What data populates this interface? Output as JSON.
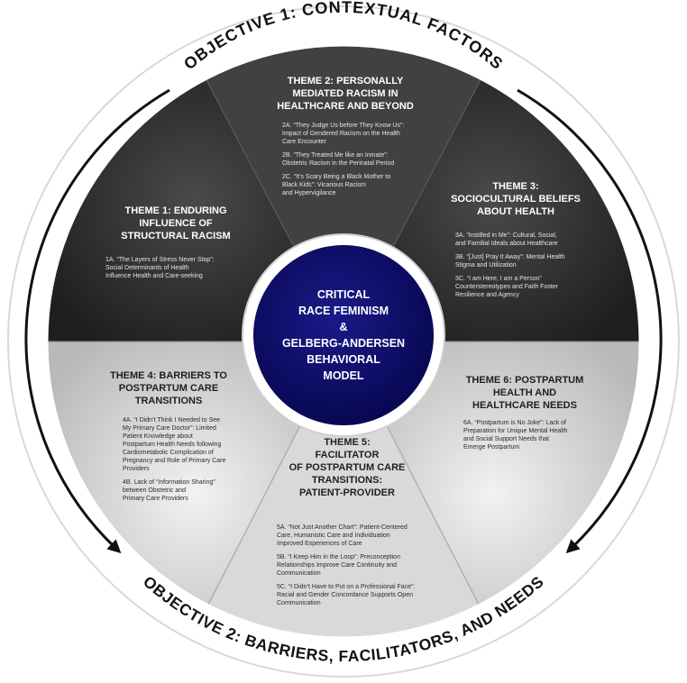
{
  "objective_1": "OBJECTIVE 1: CONTEXTUAL FACTORS",
  "objective_2": "OBJECTIVE 2: BARRIERS, FACILITATORS, AND NEEDS",
  "center": {
    "lines": [
      "CRITICAL",
      "RACE FEMINISM",
      "&",
      "GELBERG-ANDERSEN",
      "BEHAVIORAL",
      "MODEL"
    ]
  },
  "themes": {
    "t1": {
      "title": [
        "THEME 1: ENDURING",
        "INFLUENCE OF",
        "STRUCTURAL RACISM"
      ],
      "subs": [
        [
          "1A. “The Layers of Stress Never Stop”:",
          "Social Determinants of Health",
          "Influence Health and Care-seeking"
        ]
      ]
    },
    "t2": {
      "title": [
        "THEME 2: PERSONALLY",
        "MEDIATED RACISM IN",
        "HEALTHCARE AND BEYOND"
      ],
      "subs": [
        [
          "2A. “They  Judge Us before They Know Us”:",
          "Impact of Gendered Racism on the Health",
          "Care Encounter"
        ],
        [
          "2B. “They Treated Me like an Inmate”:",
          "Obstetric Racism in the Perinatal Period"
        ],
        [
          "2C. “It’s Scary Being a Black Mother to",
          "Black Kids”: Vicarious Racism",
          "and Hypervigilance"
        ]
      ]
    },
    "t3": {
      "title": [
        "THEME 3:",
        "SOCIOCULTURAL BELIEFS",
        "ABOUT HEALTH"
      ],
      "subs": [
        [
          "3A. “Instilled in Me”: Cultural, Social,",
          "and Familial Ideals about Healthcare"
        ],
        [
          "3B. “[Just] Pray It Away”: Mental Health",
          "Stigma and Utilization"
        ],
        [
          "3C. “I am Here, I am a Person”",
          "Counterstereotypes and Faith Foster",
          "Resilience and Agency"
        ]
      ]
    },
    "t4": {
      "title": [
        "THEME 4: BARRIERS TO",
        "POSTPARTUM CARE",
        "TRANSITIONS"
      ],
      "subs": [
        [
          "4A. “I Didn’t Think I Needed to See",
          "My Primary Care Doctor”: Limited",
          "Patient Knowledge about",
          "Postpartum Health Needs following",
          "Cardiometabolic Complication of",
          "Pregnancy and Role of Primary Care",
          "Providers"
        ],
        [
          "4B. Lack of “Information Sharing”",
          "between Obstetric and",
          "Primary Care Providers"
        ]
      ]
    },
    "t5": {
      "title": [
        "THEME 5:",
        "FACILITATOR",
        "OF POSTPARTUM CARE",
        "TRANSITIONS:",
        "PATIENT-PROVIDER"
      ],
      "subs": [
        [
          "5A. “Not Just Another Chart”: Patient-Centered",
          "Care, Humanistic Care and Individuation",
          "Improved Experiences of Care"
        ],
        [
          "5B. “I Keep Him in the Loop”: Preconception",
          "Relationships Improve Care Continuity and",
          "Communication"
        ],
        [
          "5C. “I Didn’t Have to Put on a Professional Face”:",
          "Racial and Gender Concordance Supports Open",
          "Communication"
        ]
      ]
    },
    "t6": {
      "title": [
        "THEME 6: POSTPARTUM",
        "HEALTH AND",
        "HEALTHCARE NEEDS"
      ],
      "subs": [
        [
          "6A. “Postpartum is No Joke”: Lack of",
          "Preparation for Unique Mental Health",
          "and Social Support Needs that",
          "Emerge Postpartum"
        ]
      ]
    }
  },
  "colors": {
    "dark_a": "#2e2e2e",
    "dark_b": "#3d3d3d",
    "light_a": "#c9c9c9",
    "light_b": "#e2e2e2",
    "center_fill": "#0b0b6e",
    "ring": "#ffffff",
    "text_dark": "#1f1f1f"
  }
}
